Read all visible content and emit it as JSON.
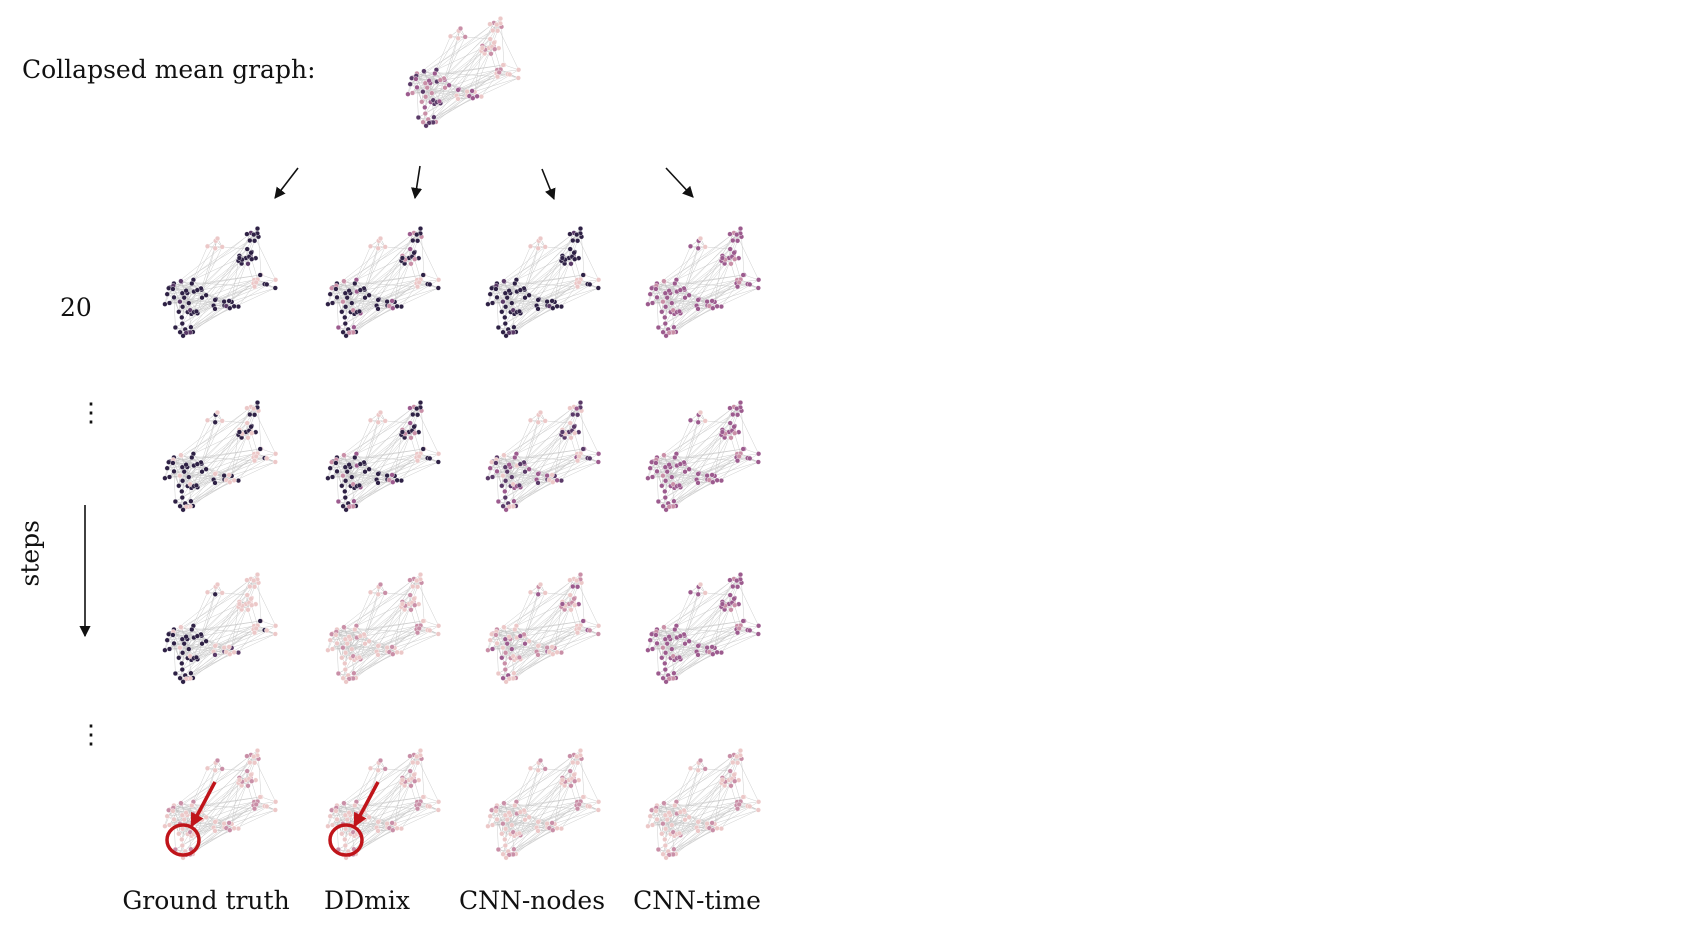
{
  "header": {
    "mean_graph_label": "Collapsed mean graph:"
  },
  "rows": {
    "first_step_label": "20",
    "ellipsis": "⋮",
    "axis_label": "steps"
  },
  "columns": [
    {
      "label": "Ground truth",
      "rows": [
        "dark",
        "dark_partial",
        "dark_mid",
        "light"
      ],
      "highlight": true
    },
    {
      "label": "DDmix",
      "rows": [
        "dark_mixed",
        "dark_mixed",
        "light",
        "light"
      ],
      "highlight": true
    },
    {
      "label": "CNN-nodes",
      "rows": [
        "dark",
        "mauve_dark",
        "mauve_light",
        "light"
      ],
      "highlight": false
    },
    {
      "label": "CNN-time",
      "rows": [
        "mauve",
        "mauve",
        "mauve",
        "light"
      ],
      "highlight": false
    }
  ],
  "colors": {
    "dark": "#2e2145",
    "mid_dark": "#5a3a68",
    "mauve": "#9c5b8e",
    "pink": "#c98fa7",
    "light_pink": "#ecc8c8",
    "edge": "#b9b9b9",
    "highlight_red": "#c0141a"
  }
}
